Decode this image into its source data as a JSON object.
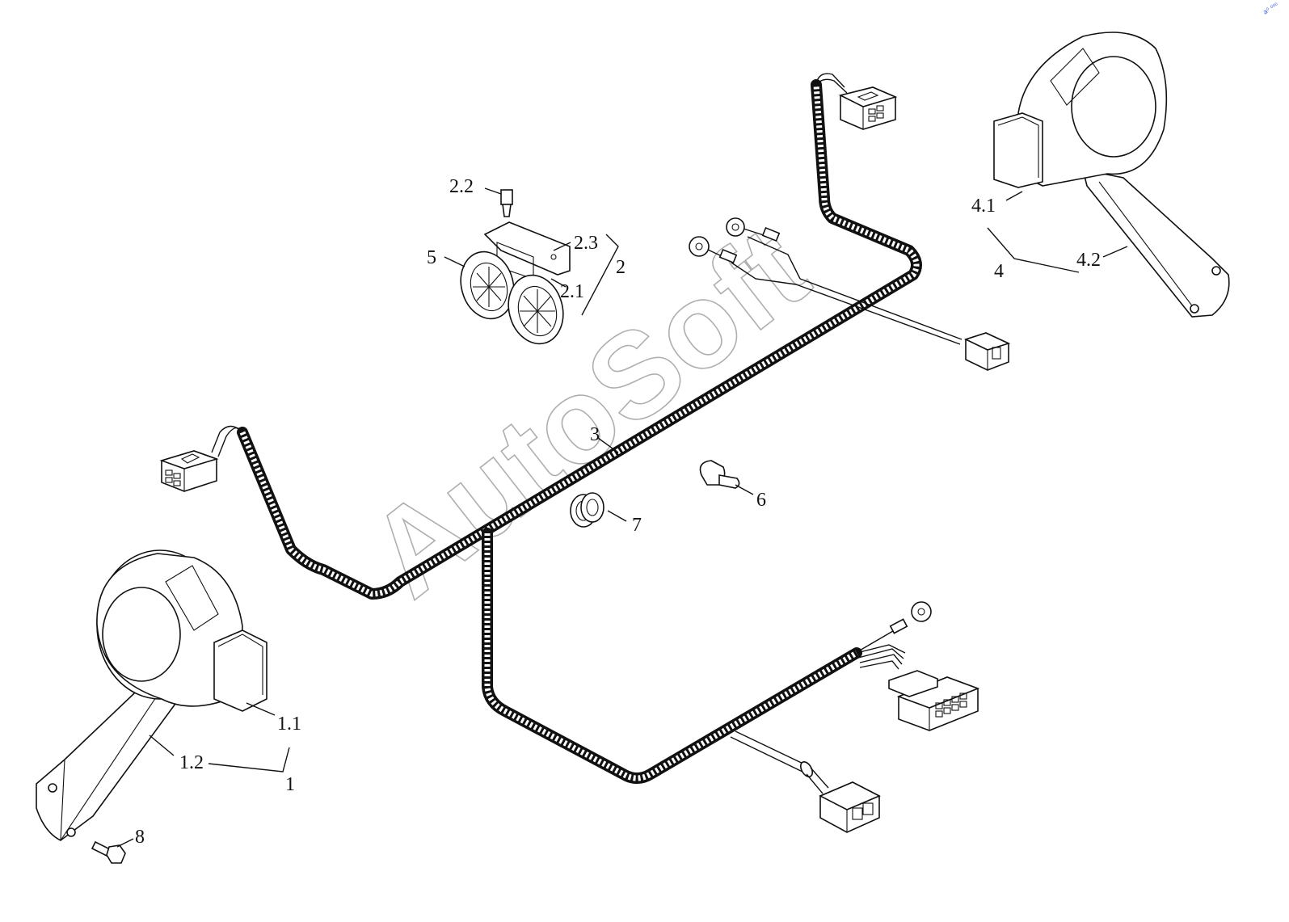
{
  "watermark": "AutoSoft",
  "corner_mark": "a⁰ ⁰⁰⁰",
  "labels": {
    "l_1": "1",
    "l_1_1": "1.1",
    "l_1_2": "1.2",
    "l_2": "2",
    "l_2_1": "2.1",
    "l_2_2": "2.2",
    "l_2_3": "2.3",
    "l_3": "3",
    "l_4": "4",
    "l_4_1": "4.1",
    "l_4_2": "4.2",
    "l_5": "5",
    "l_6": "6",
    "l_7": "7",
    "l_8": "8"
  },
  "colors": {
    "ink": "#111111",
    "background": "#ffffff",
    "watermark": "#9a9a9a"
  }
}
